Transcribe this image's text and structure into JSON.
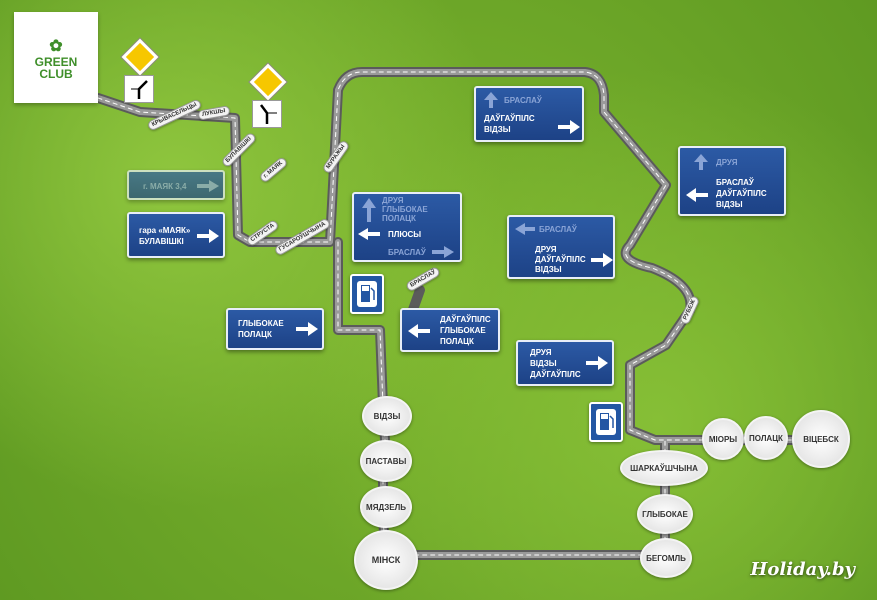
{
  "logo": {
    "line1": "GREEN",
    "line2": "CLUB"
  },
  "watermark": "Holiday.by",
  "road_badges": {
    "kryvasiel": "КРЫВАСЕЛЬЦЫ",
    "lukshy": "ЛУКШЫ",
    "bulavishki": "БУЛАВІШКІ",
    "mayak": "г. МАЯК",
    "murazhy": "МУРАЖЫ",
    "strusta": "СТРУСТА",
    "gusarouschyna": "ГУСАРОЎШЧЫНА",
    "braslau": "БРАСЛАЎ",
    "rubezh": "РУБЕЖ"
  },
  "signs": {
    "mayak34": {
      "text": "г. МАЯК 3,4"
    },
    "gara_mayak": {
      "line1": "гара «МАЯК»",
      "line2": "БУЛАВІШКІ"
    },
    "center": {
      "up1": "ДРУЯ",
      "up2": "ГЛЫБОКАЕ",
      "up3": "ПОЛАЦК",
      "left": "ПЛЮСЫ",
      "right": "БРАСЛАЎ"
    },
    "glybokae_polatsk": {
      "line1": "ГЛЫБОКАЕ",
      "line2": "ПОЛАЦК"
    },
    "daug_glyb_pol": {
      "line1": "ДАЎГАЎПІЛС",
      "line2": "ГЛЫБОКАЕ",
      "line3": "ПОЛАЦК"
    },
    "top_right": {
      "up": "БРАСЛАЎ",
      "line1": "ДАЎГАЎПІЛС",
      "line2": "ВІДЗЫ"
    },
    "right": {
      "up": "ДРУЯ",
      "line1": "БРАСЛАЎ",
      "line2": "ДАЎГАЎПІЛС",
      "line3": "ВІДЗЫ"
    },
    "mid_right": {
      "left": "БРАСЛАЎ",
      "line1": "ДРУЯ",
      "line2": "ДАЎГАЎПІЛС",
      "line3": "ВІДЗЫ"
    },
    "lower_right": {
      "line1": "ДРУЯ",
      "line2": "ВІДЗЫ",
      "line3": "ДАЎГАЎПІЛС"
    }
  },
  "cities": {
    "vidzy": "ВІДЗЫ",
    "pastavy": "ПАСТАВЫ",
    "myadzel": "МЯДЗЕЛЬ",
    "minsk": "МІНСК",
    "miory": "МІОРЫ",
    "polatsk": "ПОЛАЦК",
    "vitsebsk": "ВІЦЕБСК",
    "sharkaushchyna": "ШАРКАЎШЧЫНА",
    "glybokae": "ГЛЫБОКАЕ",
    "begoml": "БЕГОМЛЬ"
  },
  "colors": {
    "grass": "#7db52f",
    "sign_blue": "#1d4286",
    "road": "#7a7a7a"
  }
}
